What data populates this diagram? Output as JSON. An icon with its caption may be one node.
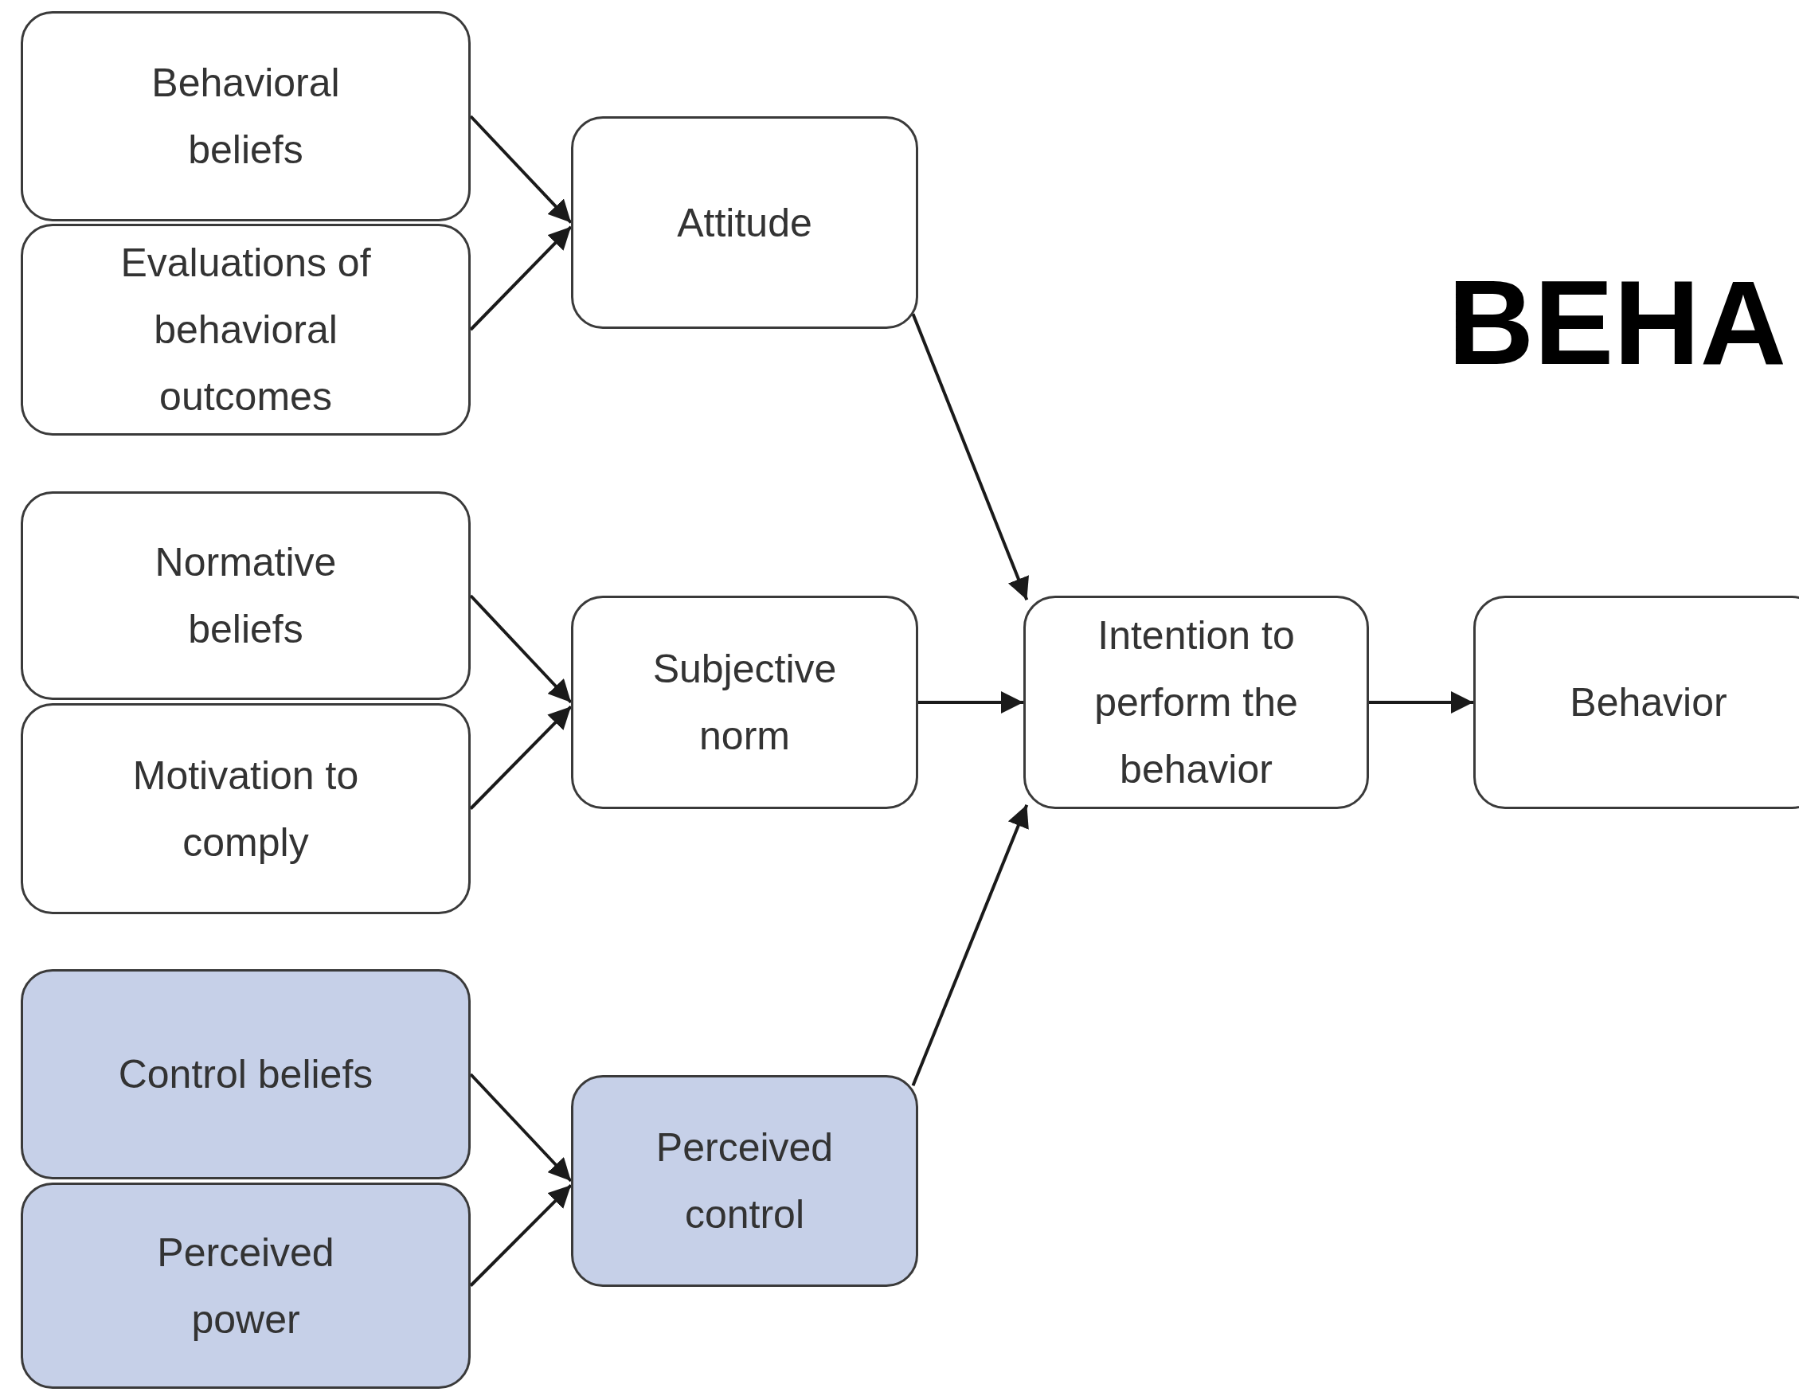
{
  "diagram": {
    "nodes": [
      {
        "text": [
          "Behavioral beliefs"
        ]
      },
      {
        "text": [
          "Evaluations of behavioral outcomes"
        ]
      },
      {
        "text": [
          "Normative beliefs"
        ]
      },
      {
        "text": [
          "Motivation to comply"
        ]
      },
      {
        "text": [
          "Control beliefs"
        ]
      },
      {
        "text": [
          "Perceived power"
        ]
      },
      {
        "text": [
          "Attitude"
        ]
      },
      {
        "text": [
          "Subjective norm"
        ]
      },
      {
        "text": [
          "Perceived control"
        ]
      },
      {
        "text": [
          "Intention to perform the behavior"
        ]
      },
      {
        "text": [
          "Behavior"
        ]
      }
    ],
    "edges": [
      {
        "from": 0,
        "to": 6,
        "arrow": "to"
      },
      {
        "from": 1,
        "to": 6,
        "arrow": "to"
      },
      {
        "from": 2,
        "to": 7,
        "arrow": "to"
      },
      {
        "from": 3,
        "to": 7,
        "arrow": "to"
      },
      {
        "from": 4,
        "to": 8,
        "arrow": "to"
      },
      {
        "from": 5,
        "to": 8,
        "arrow": "to"
      },
      {
        "from": 6,
        "to": 9,
        "arrow": "to"
      },
      {
        "from": 7,
        "to": 9,
        "arrow": "to"
      },
      {
        "from": 8,
        "to": 9,
        "arrow": "to"
      },
      {
        "from": 9,
        "to": 10,
        "arrow": "to"
      }
    ],
    "labels": [
      "BEHA"
    ]
  }
}
